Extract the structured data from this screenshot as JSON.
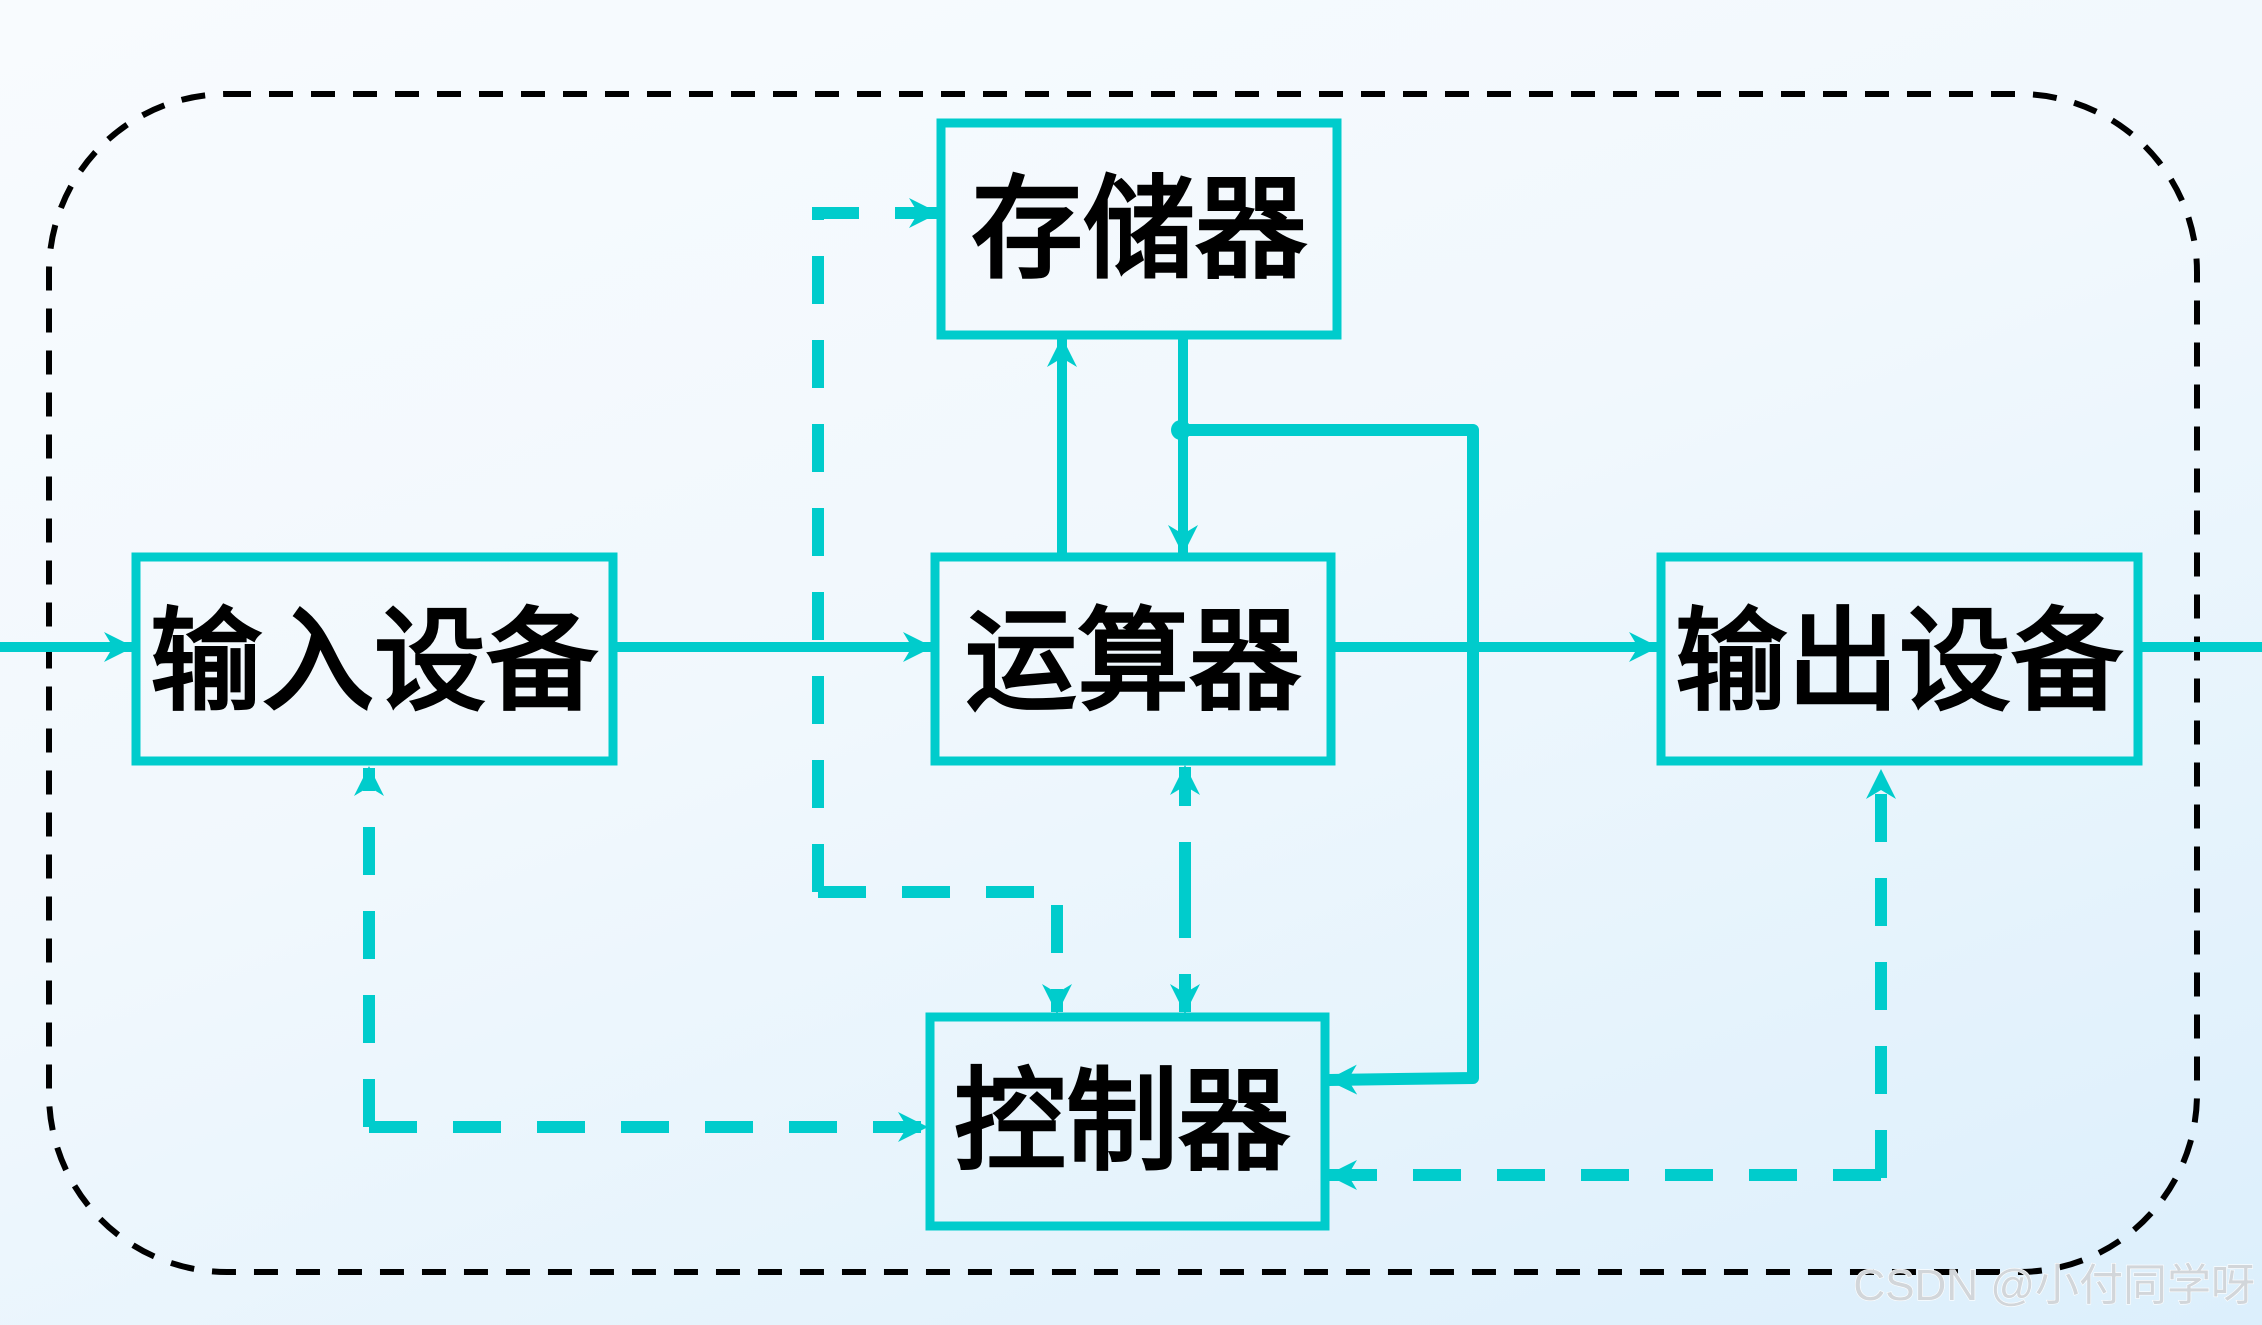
{
  "diagram": {
    "title": "冯·诺依曼计算机结构",
    "colors": {
      "accent": "#00CCCC",
      "text": "#000000",
      "boundary": "#000000",
      "watermark": "#D2D6DA"
    },
    "boundary": {
      "style": "dashed",
      "shape": "rounded-rectangle"
    },
    "nodes": [
      {
        "id": "input",
        "label": "输入设备"
      },
      {
        "id": "memory",
        "label": "存储器"
      },
      {
        "id": "alu",
        "label": "运算器"
      },
      {
        "id": "output",
        "label": "输出设备"
      },
      {
        "id": "controller",
        "label": "控制器"
      }
    ],
    "edges": [
      {
        "from": "external",
        "to": "input",
        "type": "data",
        "style": "solid"
      },
      {
        "from": "input",
        "to": "alu",
        "type": "data",
        "style": "solid"
      },
      {
        "from": "alu",
        "to": "memory",
        "type": "data",
        "style": "solid"
      },
      {
        "from": "memory",
        "to": "alu",
        "type": "data",
        "style": "solid"
      },
      {
        "from": "memory",
        "to": "controller",
        "type": "instruction",
        "style": "solid"
      },
      {
        "from": "alu",
        "to": "output",
        "type": "data",
        "style": "solid"
      },
      {
        "from": "output",
        "to": "external",
        "type": "data",
        "style": "solid"
      },
      {
        "from": "controller",
        "to": "memory",
        "type": "control",
        "style": "dashed"
      },
      {
        "from": "controller",
        "to": "input",
        "type": "control",
        "style": "dashed",
        "bidirectional": true
      },
      {
        "from": "controller",
        "to": "alu",
        "type": "control",
        "style": "dashed",
        "bidirectional": true
      },
      {
        "from": "controller",
        "to": "output",
        "type": "control",
        "style": "dashed",
        "bidirectional": true
      }
    ]
  },
  "watermark": {
    "text": "CSDN @小付同学呀"
  }
}
